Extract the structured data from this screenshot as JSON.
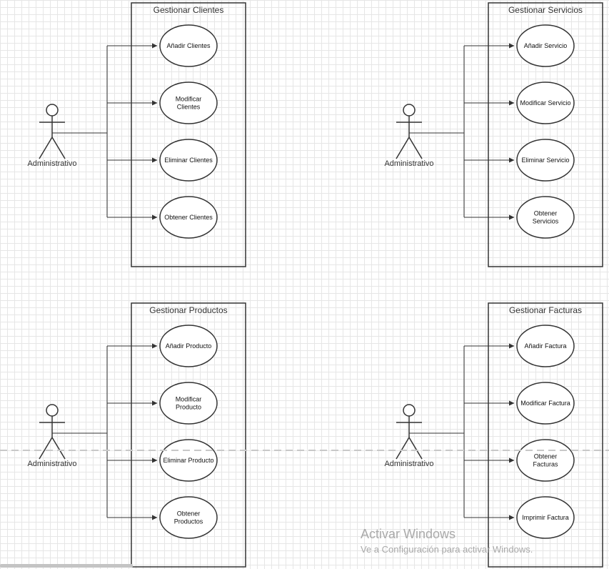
{
  "actor_label": "Administrativo",
  "systems": [
    {
      "title": "Gestionar Clientes",
      "use_cases": [
        [
          "Añadir Clientes"
        ],
        [
          "Modificar",
          "Clientes"
        ],
        [
          "Eliminar Clientes"
        ],
        [
          "Obtener Clientes"
        ]
      ]
    },
    {
      "title": "Gestionar Servicios",
      "use_cases": [
        [
          "Añadir Servicio"
        ],
        [
          "Modificar Servicio"
        ],
        [
          "Eliminar Servicio"
        ],
        [
          "Obtener",
          "Servicios"
        ]
      ]
    },
    {
      "title": "Gestionar Productos",
      "use_cases": [
        [
          "Añadir Producto"
        ],
        [
          "Modificar",
          "Producto"
        ],
        [
          "Eliminar Producto"
        ],
        [
          "Obtener",
          "Productos"
        ]
      ]
    },
    {
      "title": "Gestionar Facturas",
      "use_cases": [
        [
          "Añadir Factura"
        ],
        [
          "Modificar Factura"
        ],
        [
          "Obtener",
          "Facturas"
        ],
        [
          "Imprimir Factura"
        ]
      ]
    }
  ],
  "watermark": {
    "title": "Activar Windows",
    "subtitle": "Ve a Configuración para activar Windows."
  },
  "colors": {
    "stroke": "#333333",
    "page_break": "#c8c8c8",
    "watermark": "#a9a9a9"
  }
}
